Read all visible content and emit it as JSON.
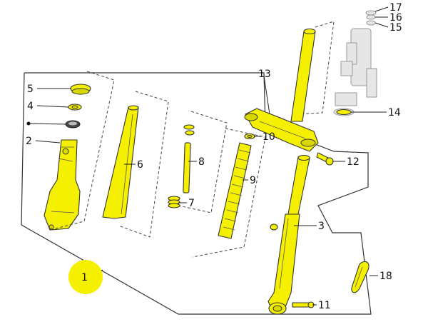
{
  "diagram": {
    "colors": {
      "highlight": "#f5f000",
      "outline": "#333333",
      "ghost": "#9a9a9a",
      "callout_circle": "#f5f000"
    },
    "callouts": {
      "c1": "1",
      "c2": "2",
      "c3": "3",
      "c4": "4",
      "c5": "5",
      "c6": "6",
      "c7": "7",
      "c8": "8",
      "c9": "9",
      "c10": "10",
      "c11": "11",
      "c12": "12",
      "c13": "13",
      "c14": "14",
      "c15": "15",
      "c16": "16",
      "c17": "17",
      "c18": "18"
    }
  }
}
